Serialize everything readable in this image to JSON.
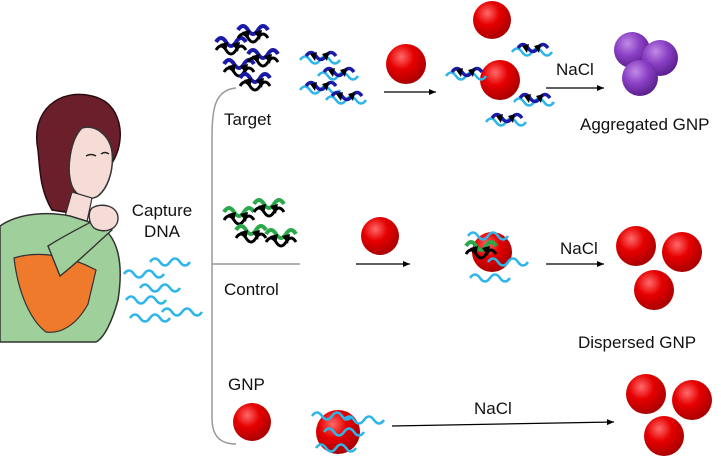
{
  "labels": {
    "capture_line1": "Capture",
    "capture_line2": "DNA",
    "target": "Target",
    "control": "Control",
    "gnp": "GNP",
    "nacl": "NaCl",
    "aggregated": "Aggregated GNP",
    "dispersed": "Dispersed GNP"
  },
  "colors": {
    "gnp_red": "#e00000",
    "aggregate_purple": "#8a3fc4",
    "capture_strand": "#2fb6e8",
    "target_strand": "#1a1aa8",
    "control_strand": "#2aa84a",
    "black": "#000000"
  },
  "icons": [
    "patient-coughing-icon",
    "capture-dna-strands-icon",
    "gold-nanoparticle-icon",
    "aggregated-gnp-icon"
  ]
}
